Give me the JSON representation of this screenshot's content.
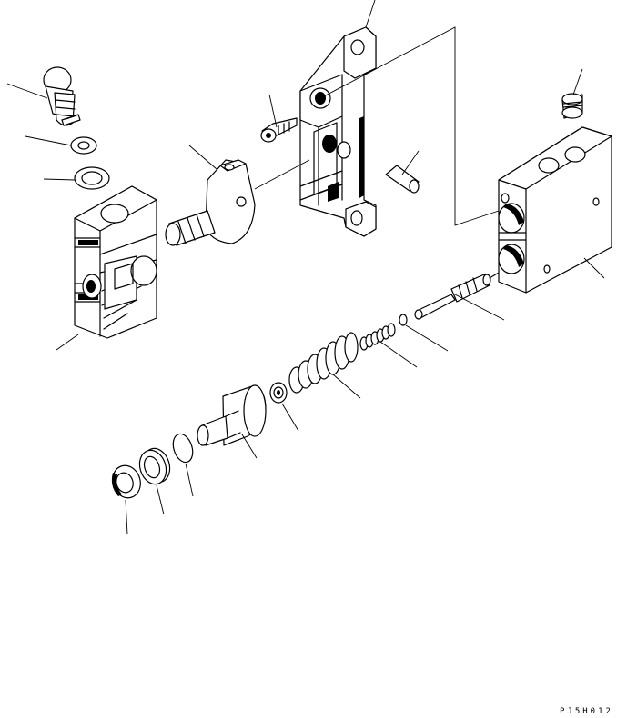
{
  "figure": {
    "drawing_code": "PJ5H012",
    "background": "#ffffff",
    "line_color": "#000000"
  },
  "parts": [
    "upper-housing",
    "plunger-cap",
    "washer",
    "seal-ring",
    "end-cover",
    "lever",
    "bolt",
    "pin",
    "plug",
    "valve-body",
    "spool",
    "retainer-ring",
    "small-spring",
    "large-spring",
    "spring-seat",
    "piston",
    "o-ring",
    "bushing",
    "cover-ring"
  ]
}
